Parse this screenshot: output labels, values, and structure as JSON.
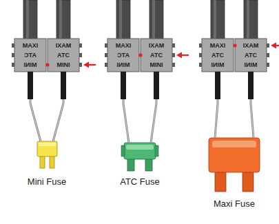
{
  "diagram": {
    "nodes": [
      {
        "text": [
          "MAXI",
          "ATC",
          "MINI"
        ]
      },
      {
        "text": [
          "MAXI",
          "ATC",
          "MINI"
        ]
      },
      {
        "text": [
          "MAXI",
          "ATC",
          "MINI"
        ]
      },
      {
        "text": [
          "MAXI",
          "ATC",
          "MINI"
        ]
      },
      {
        "text": [
          "MAXI",
          "ATC",
          "MINI"
        ]
      },
      {
        "text": [
          "MAXI",
          "ATC",
          "MINI"
        ]
      }
    ],
    "labels": [
      "Mini Fuse",
      "ATC Fuse",
      "Maxi Fuse"
    ]
  }
}
